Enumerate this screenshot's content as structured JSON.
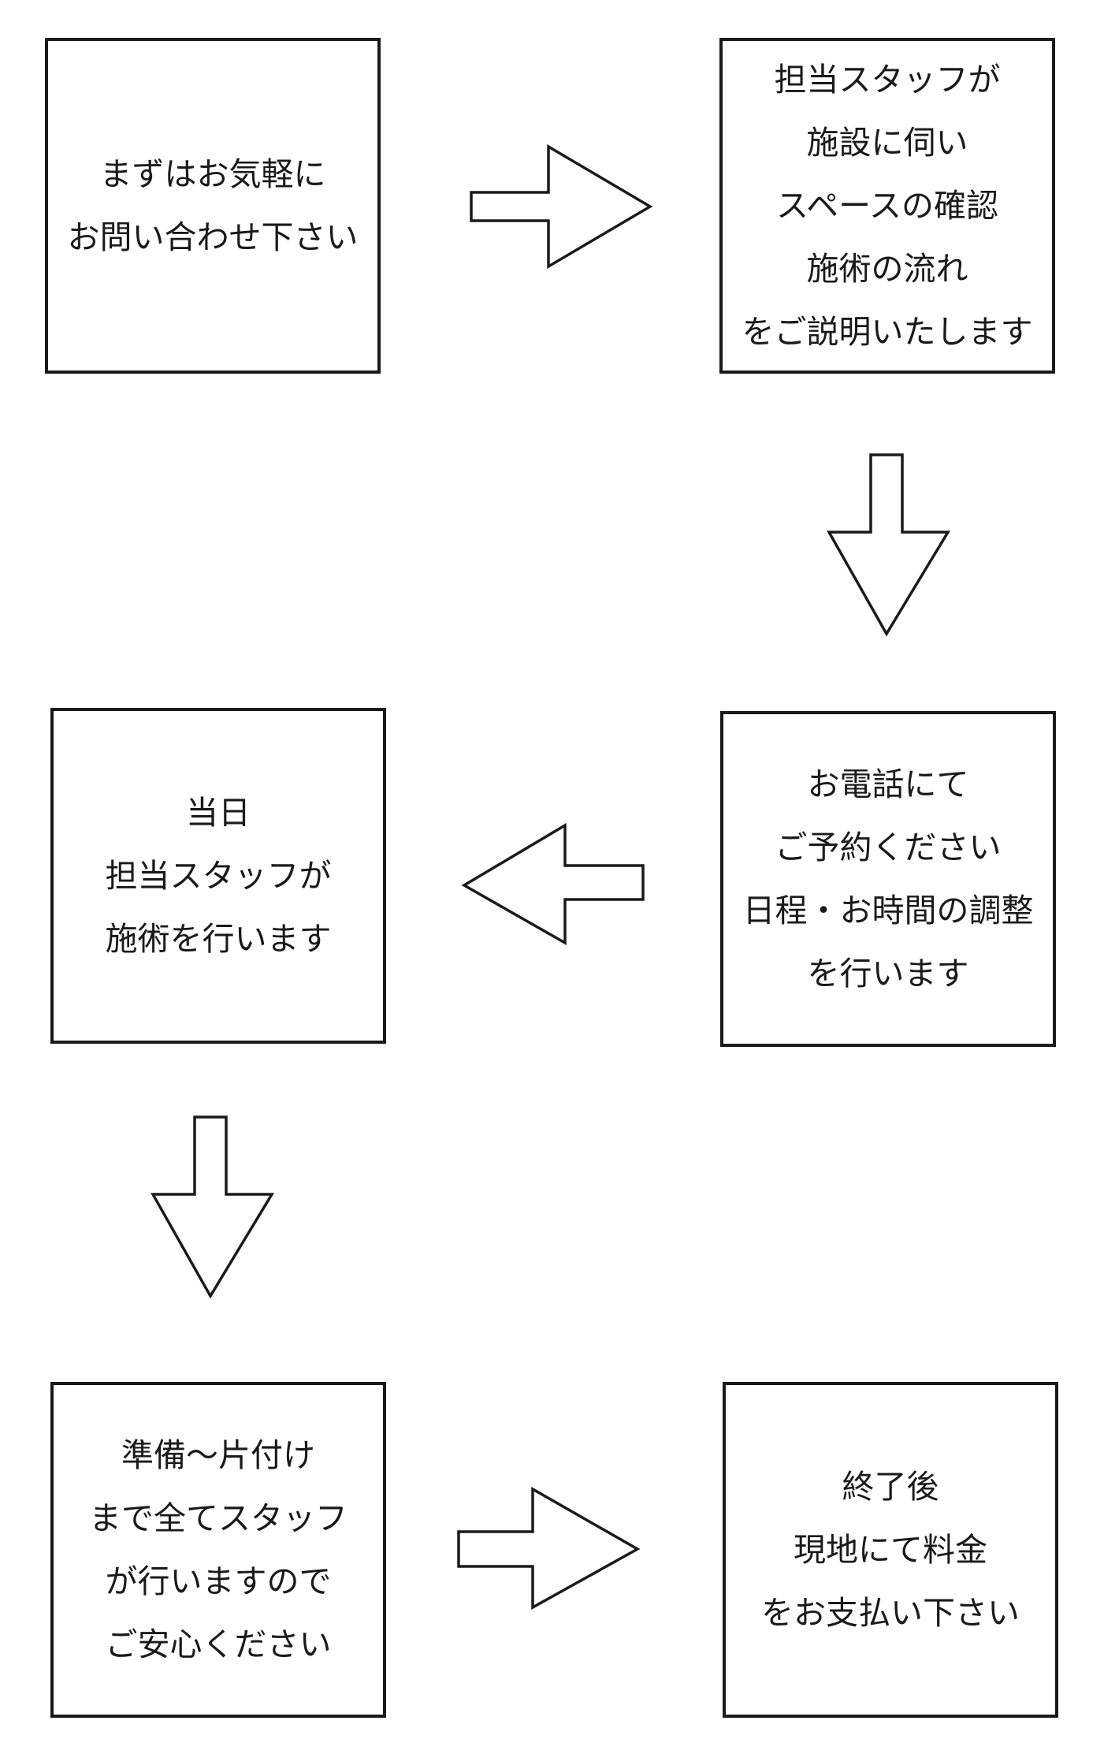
{
  "steps": [
    {
      "lines": [
        "まずはお気軽に",
        "お問い合わせ下さい"
      ]
    },
    {
      "lines": [
        "担当スタッフが",
        "施設に伺い",
        "スペースの確認",
        "施術の流れ",
        "をご説明いたします"
      ]
    },
    {
      "lines": [
        "当日",
        "担当スタッフが",
        "施術を行います"
      ]
    },
    {
      "lines": [
        "お電話にて",
        "ご予約ください",
        "日程・お時間の調整",
        "を行います"
      ]
    },
    {
      "lines": [
        "準備〜片付け",
        "まで全てスタッフ",
        "が行いますので",
        "ご安心ください"
      ]
    },
    {
      "lines": [
        "終了後",
        "現地にて料金",
        "をお支払い下さい"
      ]
    }
  ],
  "arrows": [
    {
      "from": "step-1",
      "to": "step-2",
      "direction": "right"
    },
    {
      "from": "step-2",
      "to": "step-4",
      "direction": "down"
    },
    {
      "from": "step-4",
      "to": "step-3",
      "direction": "left"
    },
    {
      "from": "step-3",
      "to": "step-5",
      "direction": "down"
    },
    {
      "from": "step-5",
      "to": "step-6",
      "direction": "right"
    }
  ]
}
